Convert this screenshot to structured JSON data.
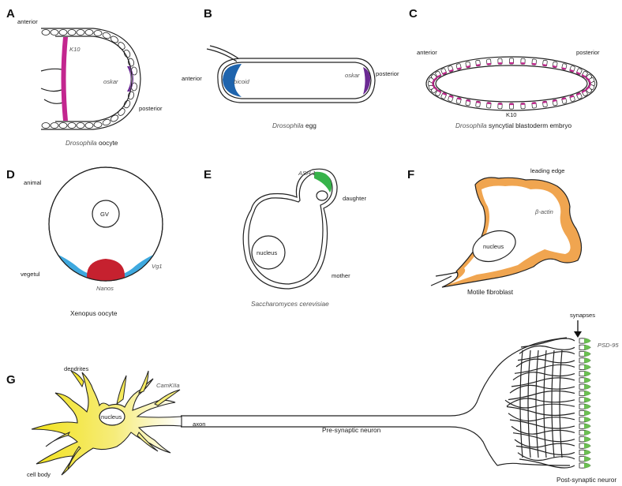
{
  "colors": {
    "k10": "#c3268f",
    "oskar": "#6b2a93",
    "bicoid": "#1f64ad",
    "vg1": "#3fa9df",
    "nanos": "#c6212f",
    "ash1": "#37b34a",
    "actin": "#f0a550",
    "camkii": "#f2e21a",
    "psd95": "#6bbf52"
  },
  "panels": {
    "A": {
      "letter": "A",
      "anterior": "anterior",
      "posterior": "posterior",
      "k10": "K10",
      "oskar": "oskar",
      "caption_italic": "Drosophila",
      "caption_rest": " oocyte"
    },
    "B": {
      "letter": "B",
      "anterior": "anterior",
      "posterior": "posterior",
      "bicoid": "bicoid",
      "oskar": "oskar",
      "caption_italic": "Drosophila",
      "caption_rest": " egg"
    },
    "C": {
      "letter": "C",
      "anterior": "anterior",
      "posterior": "posterior",
      "k10": "K10",
      "caption_italic": "Drosophila",
      "caption_rest": " syncytial blastoderm embryo"
    },
    "D": {
      "letter": "D",
      "animal": "animal",
      "gv": "GV",
      "vegetal": "vegetul",
      "vg1": "Vg1",
      "nanos": "Nanos",
      "caption": "Xenopus oocyte"
    },
    "E": {
      "letter": "E",
      "ash1": "ASH 1",
      "daughter": "daughter",
      "nucleus": "nucleus",
      "mother": "mother",
      "caption": "Saccharomyces cerevisiae"
    },
    "F": {
      "letter": "F",
      "leading_edge": "leading edge",
      "actin": "β-actin",
      "nucleus": "nucleus",
      "caption": "Motile fibroblast"
    },
    "G": {
      "letter": "G",
      "dendrites": "dendrites",
      "camkii": "CamKIIa",
      "nucleus": "nucleus",
      "axon": "axon",
      "presynaptic": "Pre-synaptic neuron",
      "cell_body": "cell body",
      "synapses": "synapses",
      "psd95": "PSD-95",
      "postsynaptic": "Post-synaptic neuror"
    }
  }
}
